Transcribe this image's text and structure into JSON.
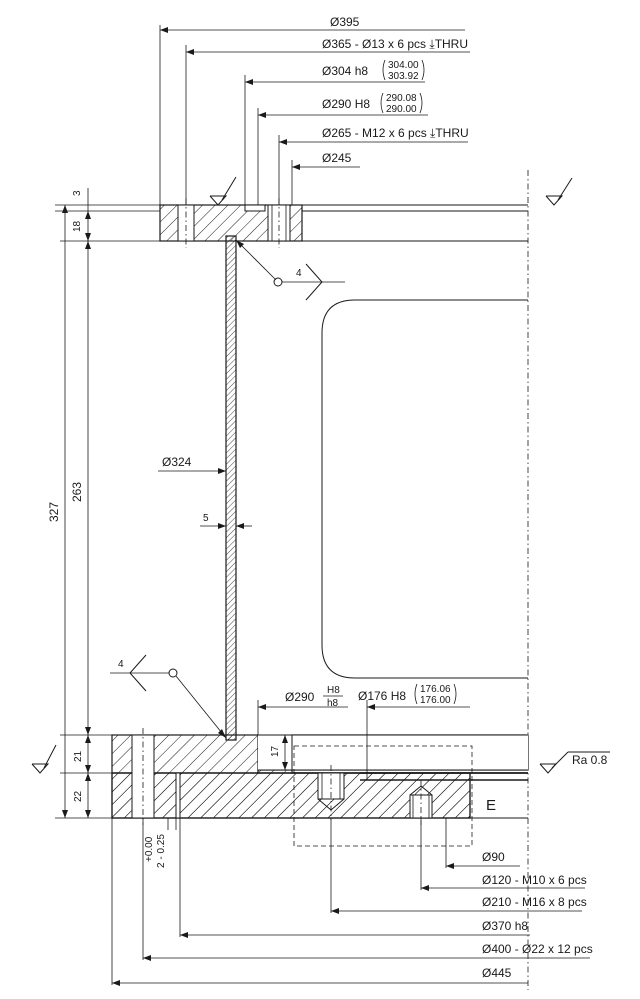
{
  "diameters_top": {
    "d395": "Ø395",
    "d365": "Ø365 - Ø13 x 6 pcs ⤓THRU",
    "d304": "Ø304 h8",
    "d304_upper": "304.00",
    "d304_lower": "303.92",
    "d290": "Ø290 H8",
    "d290_upper": "290.08",
    "d290_lower": "290.00",
    "d265": "Ø265 - M12 x 6 pcs ⤓THRU",
    "d245": "Ø245"
  },
  "vertical_dims": {
    "top_3": "3",
    "top_18": "18",
    "total_327": "327",
    "tube_263": "263",
    "bottom_21": "21",
    "bottom_22": "22",
    "step_17": "17"
  },
  "tube": {
    "diameter": "Ø324",
    "wall": "5"
  },
  "welds": {
    "top_size": "4",
    "bottom_size": "4"
  },
  "bottom_fits": {
    "d290_label": "Ø290",
    "d290_fit_hole": "H8",
    "d290_fit_shaft": "h8",
    "d176": "Ø176 H8",
    "d176_upper": "176.06",
    "d176_lower": "176.00"
  },
  "surface": {
    "roughness": "Ra 0.8"
  },
  "detail_label": "E",
  "tolerance": {
    "upper": "+0.00",
    "lower": "2 - 0.25"
  },
  "diameters_bottom": {
    "d90": "Ø90",
    "d120": "Ø120 - M10 x 6 pcs",
    "d210": "Ø210 - M16 x 8 pcs",
    "d370": "Ø370 h8",
    "d400": "Ø400 - Ø22 x 12 pcs",
    "d445": "Ø445"
  }
}
